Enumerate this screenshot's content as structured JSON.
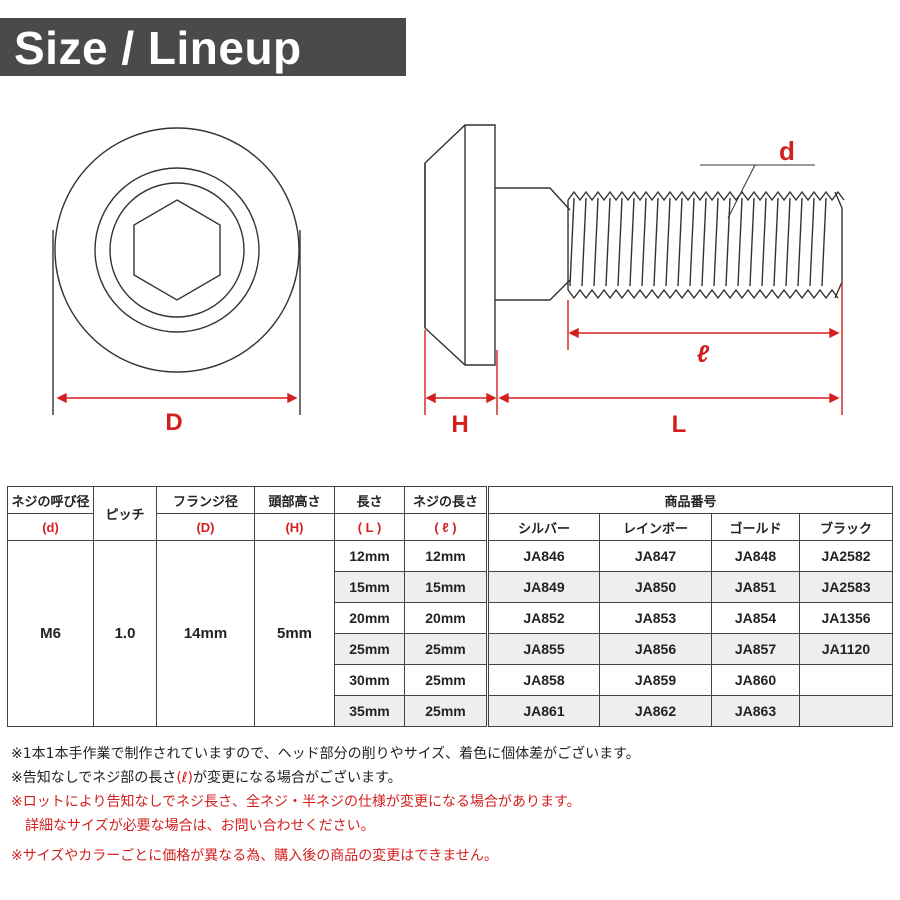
{
  "title": "Size / Lineup",
  "diagram": {
    "labels": {
      "D": "D",
      "H": "H",
      "L": "L",
      "d": "d",
      "l": "ℓ"
    }
  },
  "table": {
    "headers": {
      "thread_size": "ネジの呼び径",
      "thread_size_sym": "(d)",
      "pitch": "ピッチ",
      "flange": "フランジ径",
      "flange_sym": "(D)",
      "head": "頭部高さ",
      "head_sym": "(H)",
      "length": "長さ",
      "length_sym": "( L )",
      "thread_len": "ネジの長さ",
      "thread_len_sym": "( ℓ )",
      "product_no": "商品番号",
      "silver": "シルバー",
      "rainbow": "レインボー",
      "gold": "ゴールド",
      "black": "ブラック"
    },
    "common": {
      "size": "M6",
      "pitch": "1.0",
      "flange": "14mm",
      "head": "5mm"
    },
    "rows": [
      {
        "L": "12mm",
        "l": "12mm",
        "silver": "JA846",
        "rainbow": "JA847",
        "gold": "JA848",
        "black": "JA2582"
      },
      {
        "L": "15mm",
        "l": "15mm",
        "silver": "JA849",
        "rainbow": "JA850",
        "gold": "JA851",
        "black": "JA2583"
      },
      {
        "L": "20mm",
        "l": "20mm",
        "silver": "JA852",
        "rainbow": "JA853",
        "gold": "JA854",
        "black": "JA1356"
      },
      {
        "L": "25mm",
        "l": "25mm",
        "silver": "JA855",
        "rainbow": "JA856",
        "gold": "JA857",
        "black": "JA1120"
      },
      {
        "L": "30mm",
        "l": "25mm",
        "silver": "JA858",
        "rainbow": "JA859",
        "gold": "JA860",
        "black": ""
      },
      {
        "L": "35mm",
        "l": "25mm",
        "silver": "JA861",
        "rainbow": "JA862",
        "gold": "JA863",
        "black": ""
      }
    ]
  },
  "notes": {
    "n1": "※1本1本手作業で制作されていますので、ヘッド部分の削りやサイズ、着色に個体差がございます。",
    "n2a": "※告知なしでネジ部の長さ",
    "n2b": "(ℓ)",
    "n2c": "が変更になる場合がございます。",
    "n3": "※ロットにより告知なしでネジ長さ、全ネジ・半ネジの仕様が変更になる場合があります。",
    "n4": "　詳細なサイズが必要な場合は、お問い合わせください。",
    "n5": "※サイズやカラーごとに価格が異なる為、購入後の商品の変更はできません。"
  },
  "colors": {
    "accent": "#d41f1f",
    "title_bg": "#4a4a4a"
  }
}
